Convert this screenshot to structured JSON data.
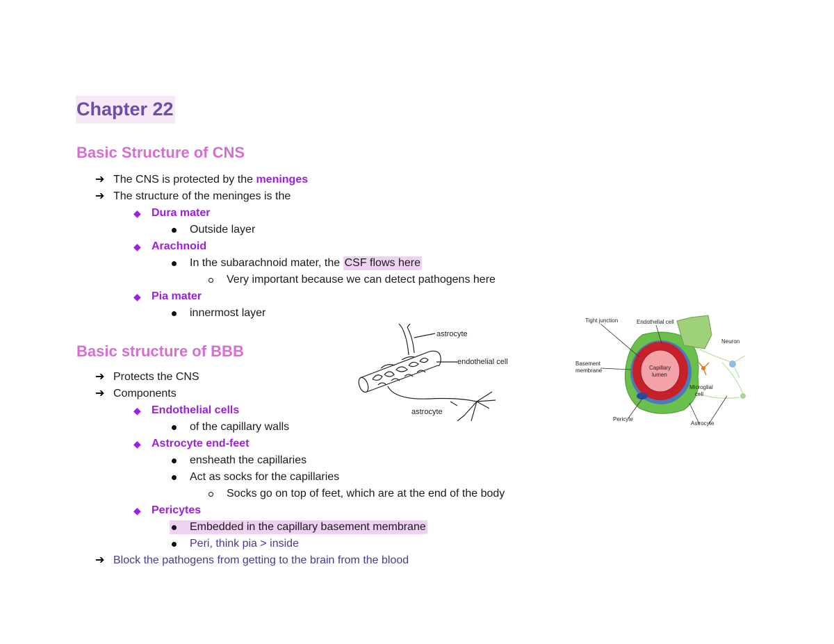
{
  "title": "Chapter 22",
  "section1": {
    "heading": "Basic Structure of CNS",
    "l1_pre": "The CNS is protected by the ",
    "l1_kw": "meninges",
    "l2": "The structure of the meninges is the",
    "dura": "Dura mater",
    "dura_1": "Outside layer",
    "arachnoid": "Arachnoid",
    "arach_1_pre": "In the subarachnoid mater, the ",
    "arach_1_hl": "CSF flows here",
    "arach_2": "Very important because we can detect pathogens here",
    "pia": "Pia mater",
    "pia_1": "innermost layer"
  },
  "section2": {
    "heading": "Basic structure of BBB",
    "l1": "Protects the CNS",
    "l2": "Components",
    "endo": "Endothelial cells",
    "endo_1": "of the capillary walls",
    "astro": "Astrocyte end-feet",
    "astro_1": "ensheath the capillaries",
    "astro_2": "Act as socks for the capillaries",
    "astro_3": "Socks go on top of feet, which are at the end of the body",
    "peri": "Pericytes",
    "peri_1": "Embedded in the capillary basement membrane",
    "peri_2": "Peri, think pia > inside",
    "l3": "Block the pathogens from getting to the brain from the blood"
  },
  "figure1": {
    "label_top": "astrocyte",
    "label_mid": "endothelial cell",
    "label_bottom": "astrocyte"
  },
  "figure2": {
    "tight_junction": "Tight junction",
    "endothelial_cell": "Endothelial cell",
    "basement_1": "Basement",
    "basement_2": "membrane",
    "capillary_1": "Capillary",
    "capillary_2": "lumen",
    "neuron": "Neuron",
    "microglial_1": "Microglial",
    "microglial_2": "cell",
    "pericyte": "Pericyte",
    "astrocyte": "Astrocyte"
  },
  "colors": {
    "title": "#6b4fa3",
    "heading": "#d46fd1",
    "keyword": "#9b20d9",
    "highlight": "#efd1f1",
    "note": "#4a3a8c"
  }
}
